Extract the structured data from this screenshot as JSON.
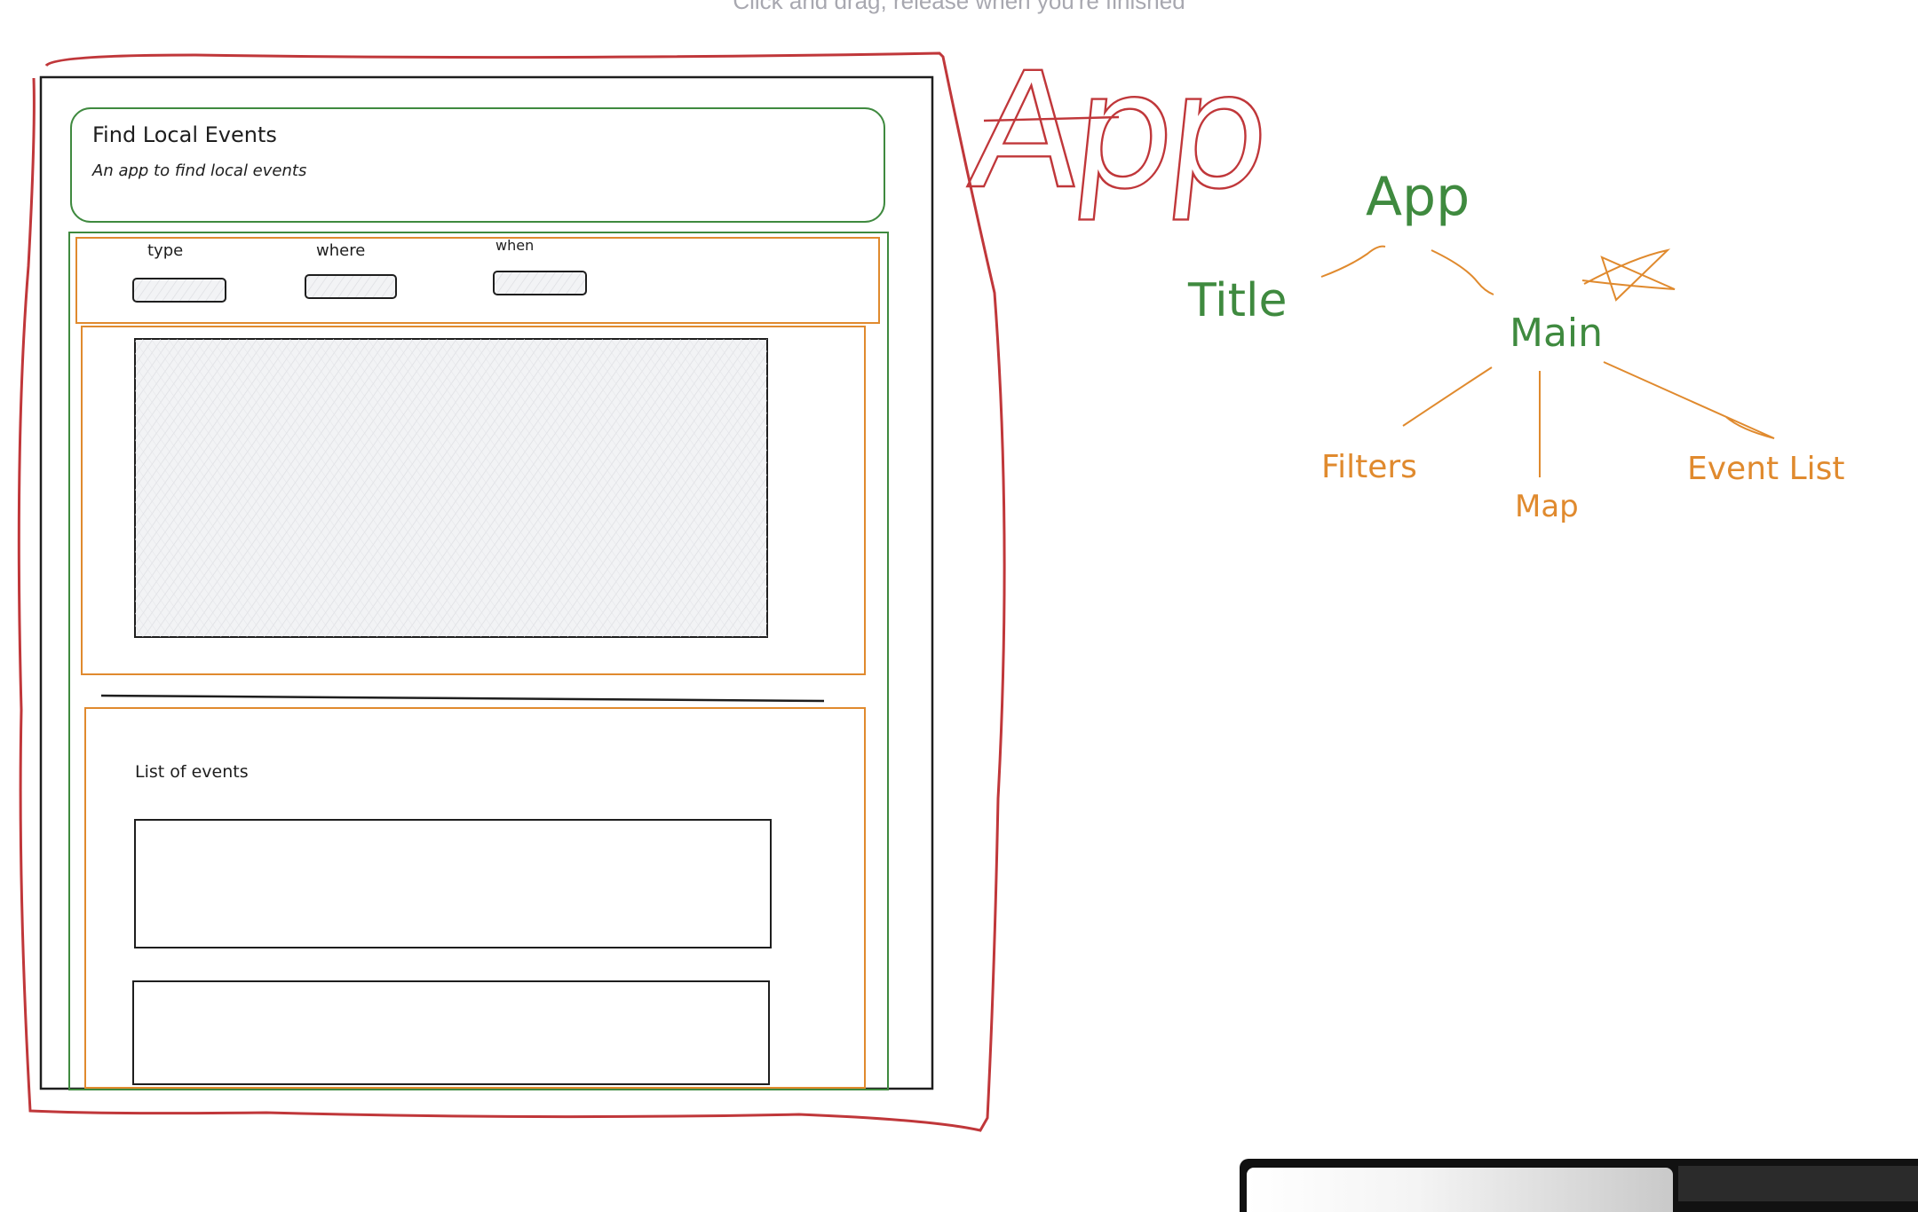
{
  "hint": "Click and drag, release when you're finished",
  "wireframe": {
    "title": "Find Local Events",
    "subtitle": "An app to find local events",
    "filters": [
      {
        "label": "type"
      },
      {
        "label": "where"
      },
      {
        "label": "when"
      }
    ],
    "list_heading": "List of events"
  },
  "tree": {
    "big_label": "App",
    "app": "App",
    "title": "Title",
    "main": "Main",
    "filters": "Filters",
    "map": "Map",
    "event_list": "Event List"
  },
  "colors": {
    "red": "#c0373a",
    "green": "#3f8a3f",
    "orange": "#e08a2e",
    "black": "#1e1e1e"
  }
}
